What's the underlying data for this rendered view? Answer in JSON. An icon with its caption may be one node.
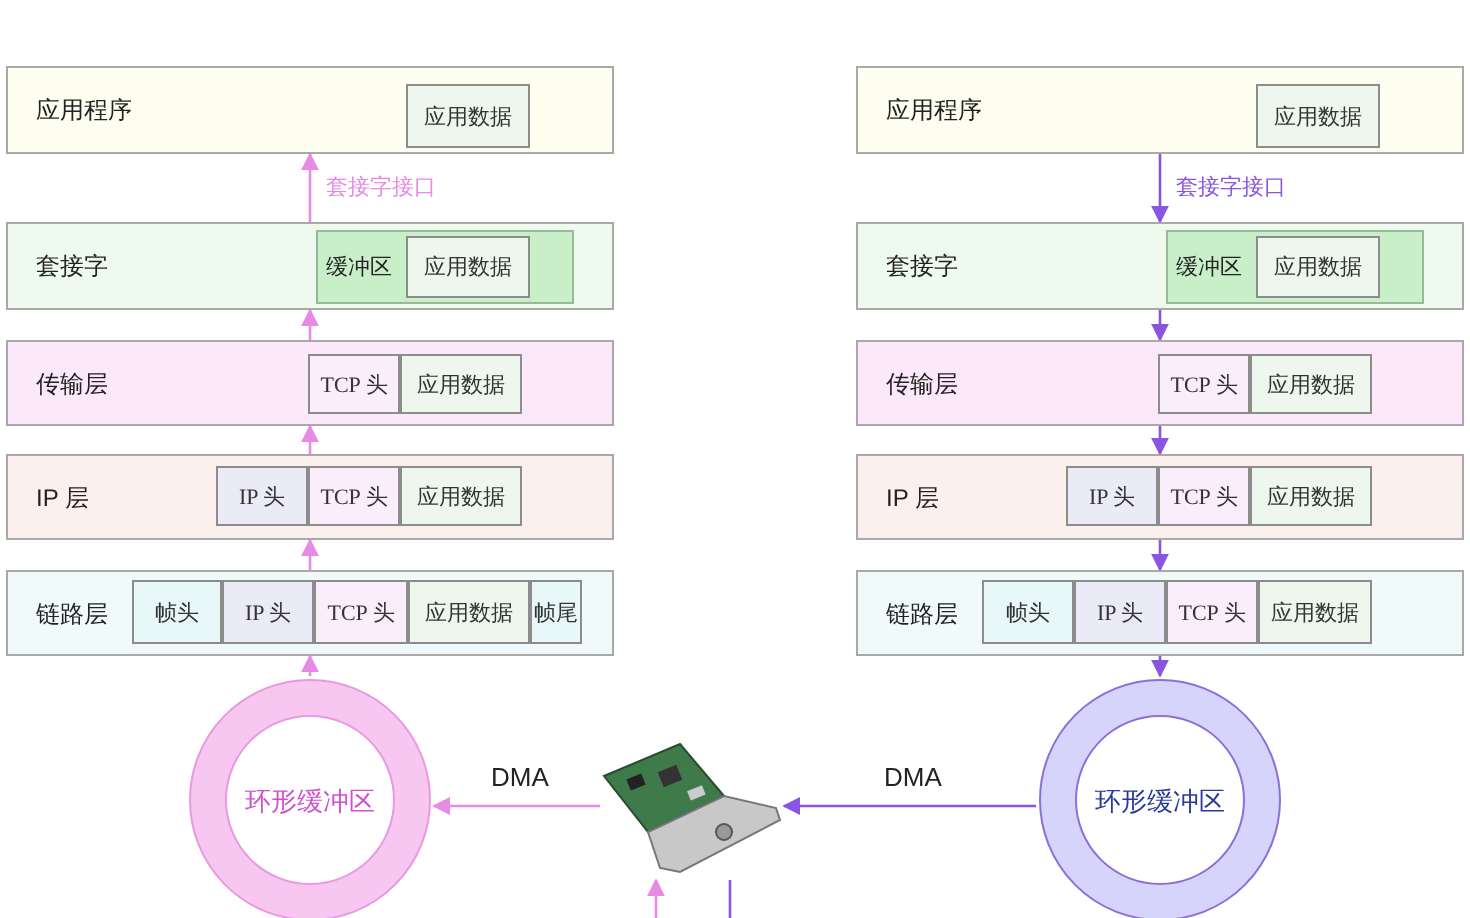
{
  "diagram": {
    "nodes": [
      {
        "text": [
          "应用程序"
        ]
      },
      {
        "text": [
          "应用数据"
        ],
        "in": 0
      },
      {
        "text": [
          "套接字"
        ]
      },
      {
        "text": [
          "缓冲区"
        ],
        "in": 2
      },
      {
        "text": [
          "应用数据"
        ],
        "in": 3
      },
      {
        "text": [
          "传输层"
        ]
      },
      {
        "text": [
          "TCP 头"
        ],
        "in": 5
      },
      {
        "text": [
          "应用数据"
        ],
        "in": 5
      },
      {
        "text": [
          "IP 层"
        ]
      },
      {
        "text": [
          "IP 头"
        ],
        "in": 8
      },
      {
        "text": [
          "TCP 头"
        ],
        "in": 8
      },
      {
        "text": [
          "应用数据"
        ],
        "in": 8
      },
      {
        "text": [
          "链路层"
        ]
      },
      {
        "text": [
          "帧头"
        ],
        "in": 12
      },
      {
        "text": [
          "IP 头"
        ],
        "in": 12
      },
      {
        "text": [
          "TCP 头"
        ],
        "in": 12
      },
      {
        "text": [
          "应用数据"
        ],
        "in": 12
      },
      {
        "text": [
          "帧尾"
        ],
        "in": 12
      },
      {
        "text": [
          "环形缓冲区"
        ]
      },
      {
        "text": [
          "应用程序"
        ]
      },
      {
        "text": [
          "应用数据"
        ],
        "in": 19
      },
      {
        "text": [
          "套接字"
        ]
      },
      {
        "text": [
          "缓冲区"
        ],
        "in": 21
      },
      {
        "text": [
          "应用数据"
        ],
        "in": 22
      },
      {
        "text": [
          "传输层"
        ]
      },
      {
        "text": [
          "TCP 头"
        ],
        "in": 24
      },
      {
        "text": [
          "应用数据"
        ],
        "in": 24
      },
      {
        "text": [
          "IP 层"
        ]
      },
      {
        "text": [
          "IP 头"
        ],
        "in": 27
      },
      {
        "text": [
          "TCP 头"
        ],
        "in": 27
      },
      {
        "text": [
          "应用数据"
        ],
        "in": 27
      },
      {
        "text": [
          "链路层"
        ]
      },
      {
        "text": [
          "帧头"
        ],
        "in": 31
      },
      {
        "text": [
          "IP 头"
        ],
        "in": 31
      },
      {
        "text": [
          "TCP 头"
        ],
        "in": 31
      },
      {
        "text": [
          "应用数据"
        ],
        "in": 31
      },
      {
        "text": [
          "环形缓冲区"
        ]
      },
      {
        "text": [],
        "shape": "picture"
      }
    ],
    "edges": [
      {
        "from": 2,
        "to": 0,
        "arrow": "to",
        "label": "套接字接口",
        "color": "#e68ae6"
      },
      {
        "from": 5,
        "to": 2,
        "arrow": "to",
        "color": "#e68ae6"
      },
      {
        "from": 8,
        "to": 5,
        "arrow": "to",
        "color": "#e68ae6"
      },
      {
        "from": 12,
        "to": 8,
        "arrow": "to",
        "color": "#e68ae6"
      },
      {
        "from": 18,
        "to": 12,
        "arrow": "to",
        "color": "#e68ae6"
      },
      {
        "from": 37,
        "to": 18,
        "arrow": "to",
        "label": "DMA",
        "color": "#e68ae6"
      },
      {
        "from": null,
        "to": 37,
        "arrow": "to",
        "color": "#e68ae6"
      },
      {
        "from": 19,
        "to": 21,
        "arrow": "to",
        "label": "套接字接口",
        "color": "#8a55e0"
      },
      {
        "from": 21,
        "to": 24,
        "arrow": "to",
        "color": "#8a55e0"
      },
      {
        "from": 24,
        "to": 27,
        "arrow": "to",
        "color": "#8a55e0"
      },
      {
        "from": 27,
        "to": 31,
        "arrow": "to",
        "color": "#8a55e0"
      },
      {
        "from": 31,
        "to": 36,
        "arrow": "to",
        "color": "#8a55e0"
      },
      {
        "from": 36,
        "to": 37,
        "arrow": "to",
        "label": "DMA",
        "color": "#8a55e0"
      },
      {
        "from": 37,
        "to": null,
        "arrow": "none",
        "color": "#8a55e0"
      }
    ]
  }
}
